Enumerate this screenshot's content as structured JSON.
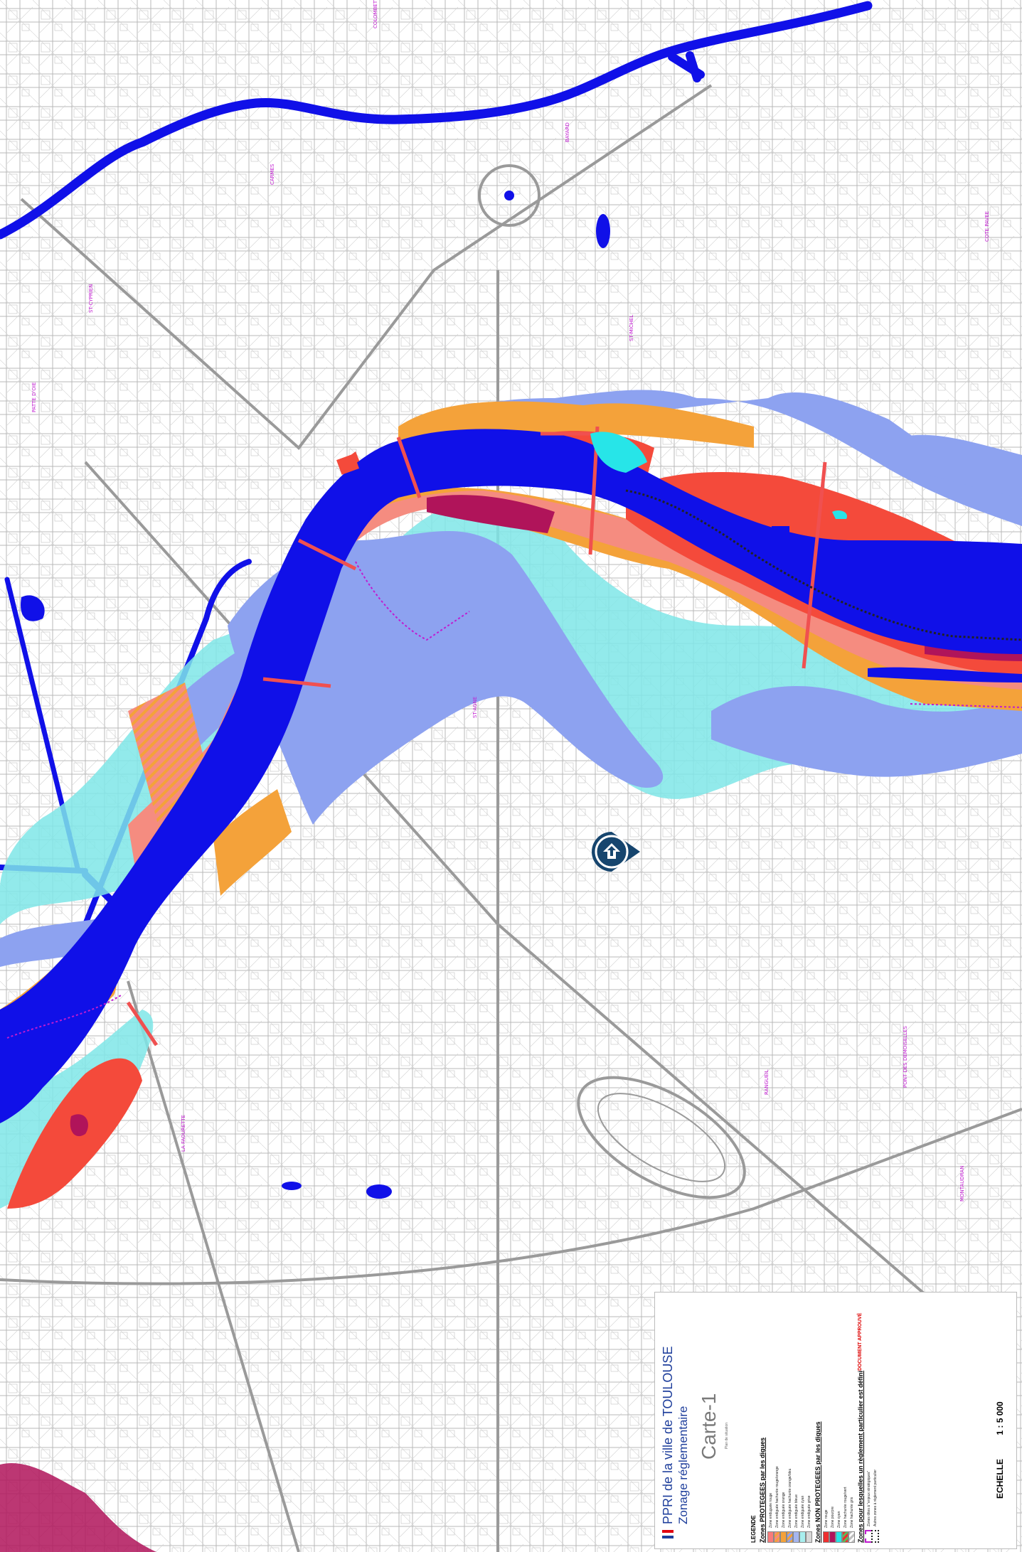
{
  "map": {
    "street_labels": [
      "COLOMBETTE",
      "CARMES",
      "BAYARD",
      "ST-MICHEL",
      "ST-CYPRIEN",
      "RANGUEIL",
      "LA FAOURETTE",
      "PATTE D'OIE",
      "ST-AGNE",
      "MONTAUDRAN",
      "COTE PAVEE",
      "PONT DES DEMOISELLES"
    ],
    "location_marker": "home-marker-icon"
  },
  "colors": {
    "river": "#1010e8",
    "zone_red": "#f44a3b",
    "zone_purple": "#b0145a",
    "zone_salmon": "#f58c80",
    "zone_orange": "#f4a23a",
    "zone_blue": "#8da2f0",
    "zone_cyan": "#7fe6e8",
    "zone_cyan_strong": "#27e5e8"
  },
  "legend": {
    "title": "PPRI de la ville de TOULOUSE",
    "subtitle": "Zonage réglementaire",
    "map_name": "Carte-1",
    "small_note": "Plan de situation",
    "legend_heading": "LEGENDE",
    "section_protected": "Zones PROTEGEES par les digues",
    "protected_items": [
      {
        "label": "Zone enduguée rouge",
        "color": "#f87b7b"
      },
      {
        "label": "Zone endiguée hachurée rouge/orange",
        "color": "#f3a86b"
      },
      {
        "label": "Zone endiguée orange",
        "color": "#f4a23a"
      },
      {
        "label": "Zone endiguée hachurée orange/bleu",
        "color": "#c3a995"
      },
      {
        "label": "Zone endiguée bleue",
        "color": "#a6b6f0"
      },
      {
        "label": "Zone endiguée cyan",
        "color": "#a8eeee"
      },
      {
        "label": "Zone endiguée grise",
        "color": "#d8d8d8"
      }
    ],
    "section_unprotected": "Zones NON PROTEGEES par les digues",
    "unprotected_items": [
      {
        "label": "Zone rouge",
        "color": "#ee2f2f"
      },
      {
        "label": "Zone pourpre",
        "color": "#b0145a"
      },
      {
        "label": "Zone cyan",
        "color": "#27e5e8"
      },
      {
        "label": "Zone hachurée rouge/vert",
        "color": "#c9a06a"
      },
      {
        "label": "Zone hachurée gris",
        "color": "#bfbfbf"
      }
    ],
    "section_special": "Zones pour lesquelles un règlement particulier est défini",
    "special_items": [
      {
        "label": "Zones dites à \"enjeux stratégiques\""
      },
      {
        "label": "Autres zones à règlement particulier"
      }
    ],
    "approved": "DOCUMENT APPROUVÉ",
    "scale_label": "ECHELLE",
    "scale_value": "1 : 5 000"
  }
}
